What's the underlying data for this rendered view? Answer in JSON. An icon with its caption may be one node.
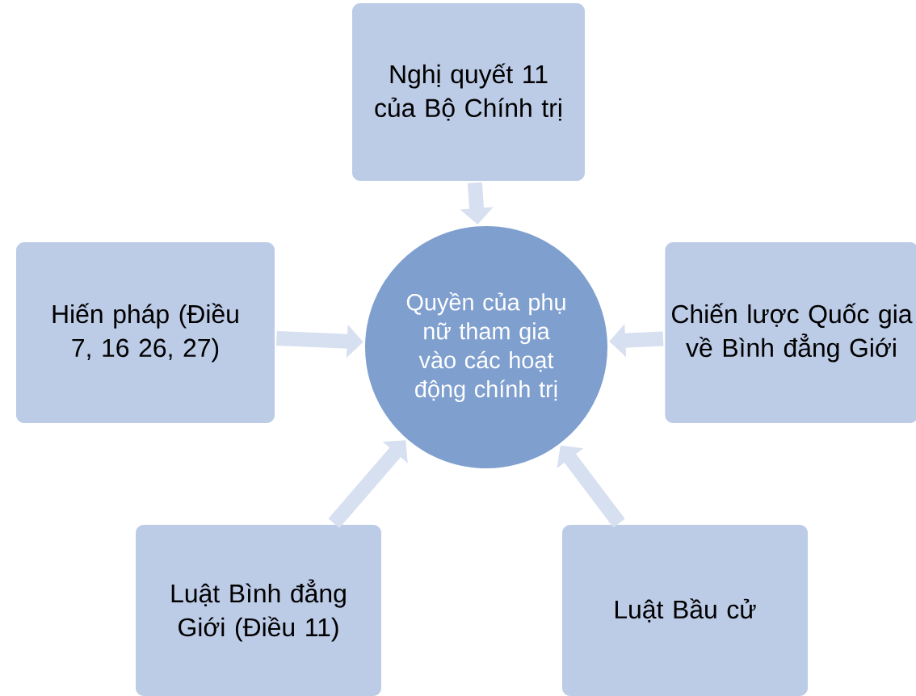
{
  "diagram": {
    "nodes": [
      {
        "text": [
          "Quyền của phụ nữ tham gia vào các hoạt động chính trị"
        ]
      },
      {
        "text": [
          "Nghị quyết 11 của Bộ Chính trị"
        ]
      },
      {
        "text": [
          "Hiến pháp (Điều 7, 16 26, 27)"
        ]
      },
      {
        "text": [
          "Chiến lược Quốc gia về Bình đẳng Giới"
        ]
      },
      {
        "text": [
          "Luật Bình đẳng Giới (Điều 11)"
        ]
      },
      {
        "text": [
          "Luật Bầu cử"
        ]
      }
    ],
    "edges": [
      {
        "from": 1,
        "to": 0,
        "arrow": "to"
      },
      {
        "from": 2,
        "to": 0,
        "arrow": "to"
      },
      {
        "from": 3,
        "to": 0,
        "arrow": "to"
      },
      {
        "from": 4,
        "to": 0,
        "arrow": "to"
      },
      {
        "from": 5,
        "to": 0,
        "arrow": "to"
      }
    ]
  }
}
